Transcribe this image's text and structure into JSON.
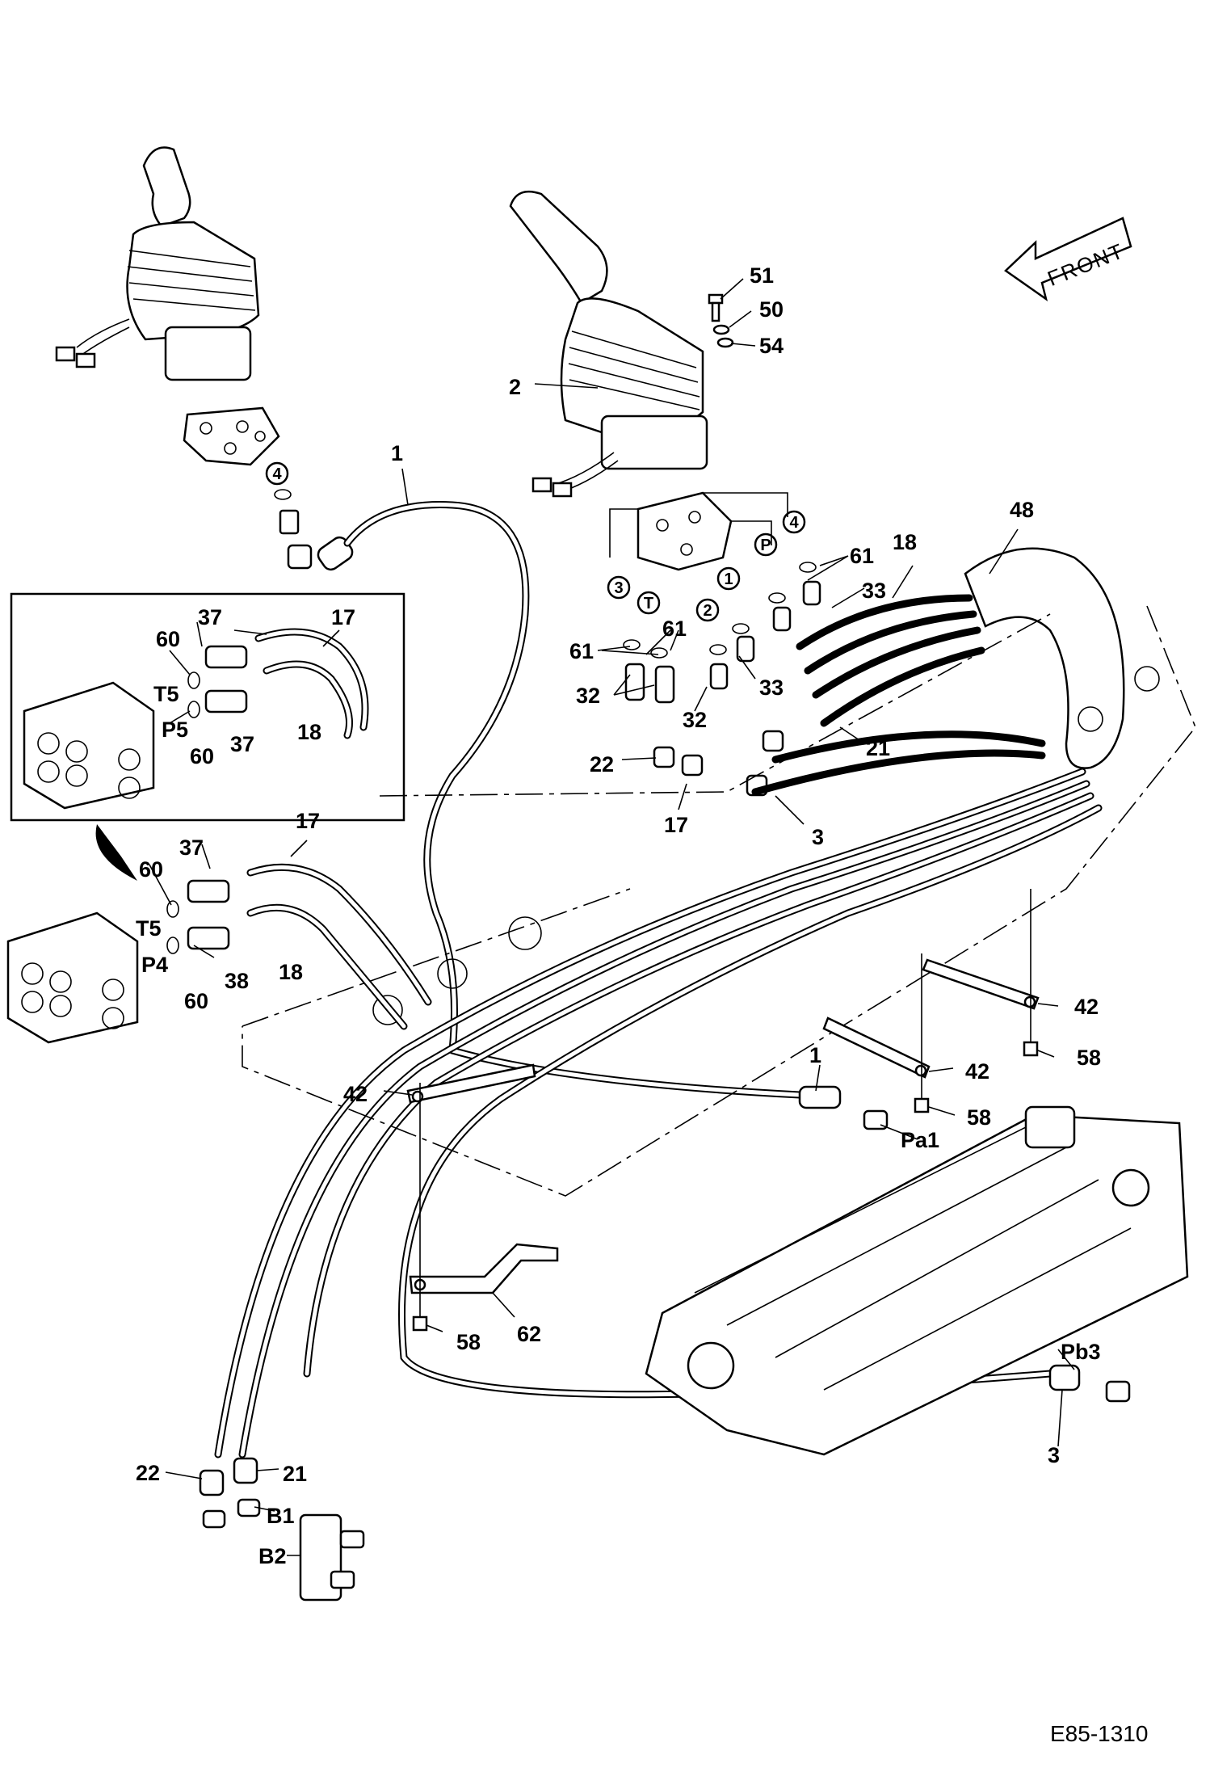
{
  "drawing_ref": "E85-1310",
  "front_arrow_label": "FRONT",
  "callouts": {
    "c1a": "1",
    "c1b": "1",
    "c2": "2",
    "c3a": "3",
    "c3b": "3",
    "c17a": "17",
    "c17b": "17",
    "c17c": "17",
    "c18a": "18",
    "c18b": "18",
    "c18c": "18",
    "c21a": "21",
    "c21b": "21",
    "c22a": "22",
    "c22b": "22",
    "c32a": "32",
    "c32b": "32",
    "c33a": "33",
    "c33b": "33",
    "c37a": "37",
    "c37b": "37",
    "c37c": "37",
    "c38": "38",
    "c42a": "42",
    "c42b": "42",
    "c42c": "42",
    "c48": "48",
    "c50": "50",
    "c51": "51",
    "c54": "54",
    "c58a": "58",
    "c58b": "58",
    "c58c": "58",
    "c60a": "60",
    "c60b": "60",
    "c60c": "60",
    "c60d": "60",
    "c61a": "61",
    "c61b": "61",
    "c61c": "61",
    "c62": "62"
  },
  "port_labels": {
    "t5a": "T5",
    "p5": "P5",
    "t5b": "T5",
    "p4": "P4",
    "pa1": "Pa1",
    "pb3": "Pb3",
    "b1": "B1",
    "b2": "B2"
  },
  "circled_ports": {
    "left_4": "4",
    "port_3": "3",
    "port_t": "T",
    "port_2": "2",
    "port_1": "1",
    "port_p": "P",
    "port_4": "4"
  }
}
